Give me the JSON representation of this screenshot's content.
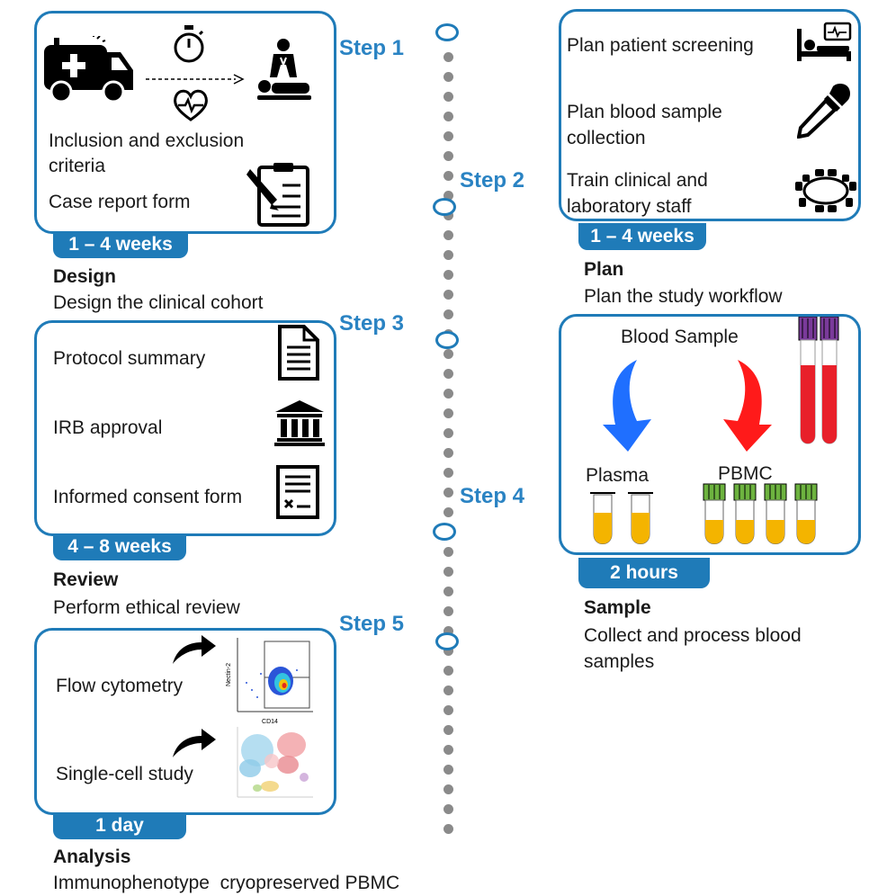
{
  "colors": {
    "accent": "#1f7bb8",
    "step_text": "#2a83c3",
    "timeline_dot": "#8a8a8a",
    "plasma_arrow": "#1f6fff",
    "pbmc_arrow": "#ff1a1a",
    "sample_yellow": "#f4b400",
    "blood_red": "#e8202a",
    "cap_purple": "#7a3a9a",
    "cap_green": "#6db33f"
  },
  "step1": {
    "step_label": "Step 1",
    "items": [
      "Inclusion and exclusion",
      "criteria",
      "Case report form"
    ],
    "duration": "1 – 4 weeks",
    "phase": "Design",
    "desc": "Design the clinical cohort",
    "icons": [
      "ambulance-icon",
      "stopwatch-icon",
      "heart-pulse-icon",
      "cpr-icon",
      "clipboard-checklist-icon"
    ]
  },
  "step2": {
    "step_label": "Step 2",
    "items": [
      "Plan patient screening",
      "Plan blood sample",
      "collection",
      "Train clinical and",
      "laboratory staff"
    ],
    "duration": "1 – 4 weeks",
    "phase": "Plan",
    "desc": "Plan the study workflow",
    "icons": [
      "hospital-bed-icon",
      "dropper-icon",
      "meeting-table-icon"
    ]
  },
  "step3": {
    "step_label": "Step 3",
    "items": [
      "Protocol summary",
      "IRB approval",
      "Informed consent form"
    ],
    "duration": "4 – 8 weeks",
    "phase": "Review",
    "desc": "Perform ethical review",
    "icons": [
      "document-icon",
      "institution-icon",
      "consent-form-icon"
    ]
  },
  "step4": {
    "step_label": "Step 4",
    "blood_sample_label": "Blood Sample",
    "plasma_label": "Plasma",
    "pbmc_label": "PBMC",
    "duration": "2 hours",
    "phase": "Sample",
    "desc_lines": [
      "Collect and process blood",
      "samples"
    ],
    "icons": [
      "blood-tube-icon",
      "plasma-tube-icon",
      "pbmc-tube-icon"
    ]
  },
  "step5": {
    "step_label": "Step 5",
    "items": [
      "Flow cytometry",
      "Single-cell study"
    ],
    "flow_plot_labels": {
      "x": "CD14",
      "y": "Nectin-2"
    },
    "duration": "1 day",
    "phase": "Analysis",
    "desc": "Immunophenotype  cryopreserved PBMC",
    "icons": [
      "curved-arrow-icon",
      "flow-plot-icon",
      "umap-plot-icon"
    ]
  }
}
